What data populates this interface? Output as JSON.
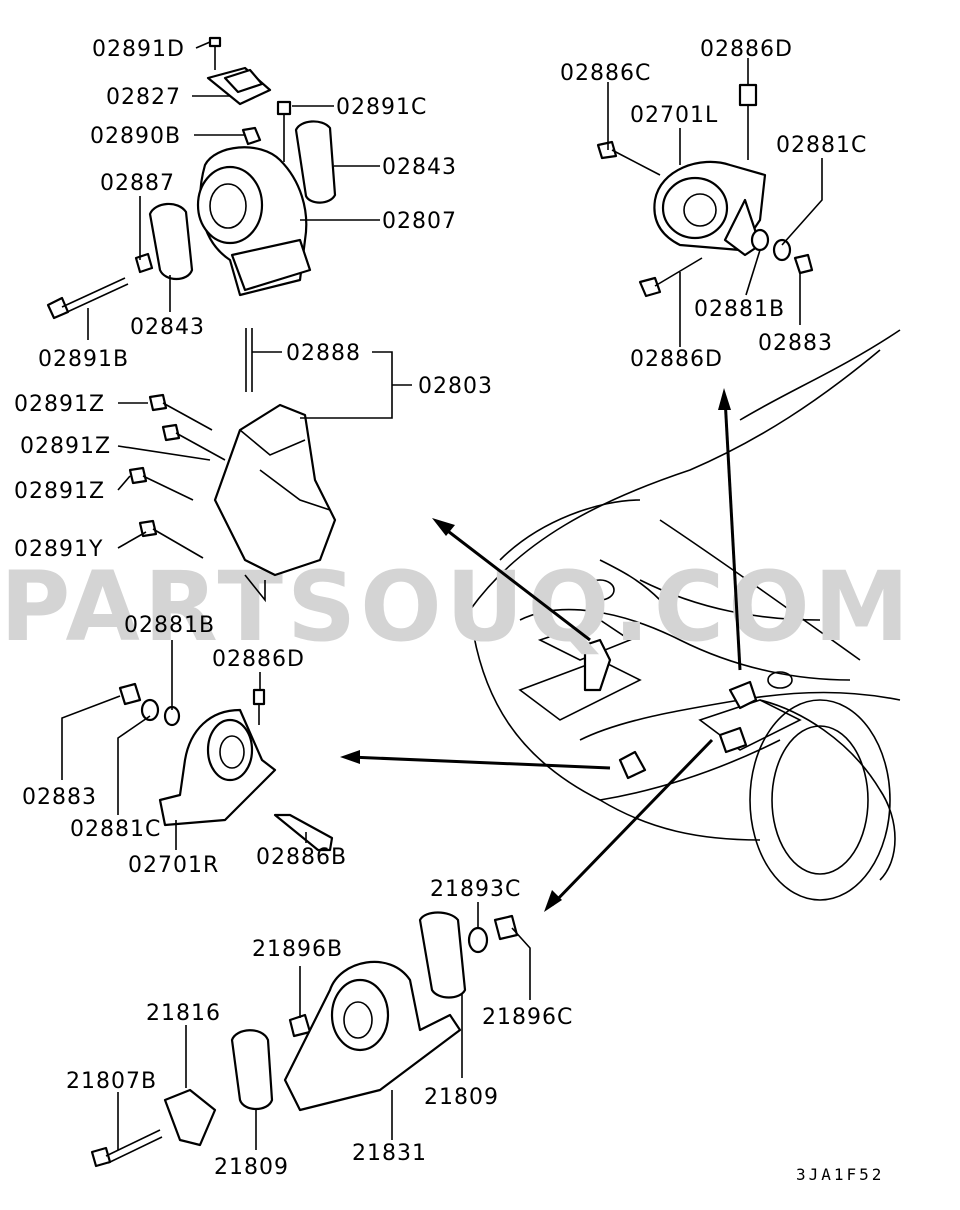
{
  "watermark": "PARTSOUQ.COM",
  "drawing_code": "3JA1F52",
  "labels": {
    "l_02891D": "02891D",
    "l_02827": "02827",
    "l_02891C": "02891C",
    "l_02890B": "02890B",
    "l_02843a": "02843",
    "l_02887": "02887",
    "l_02807": "02807",
    "l_02843b": "02843",
    "l_02891B": "02891B",
    "l_02888": "02888",
    "l_02803": "02803",
    "l_02891Z1": "02891Z",
    "l_02891Z2": "02891Z",
    "l_02891Z3": "02891Z",
    "l_02891Y": "02891Y",
    "l_02886C": "02886C",
    "l_02886D_top": "02886D",
    "l_02701L": "02701L",
    "l_02881C_top": "02881C",
    "l_02881B_top": "02881B",
    "l_02883_top": "02883",
    "l_02886D_mid": "02886D",
    "l_02881B_left": "02881B",
    "l_02886D_left": "02886D",
    "l_02883_left": "02883",
    "l_02881C_left": "02881C",
    "l_02701R": "02701R",
    "l_02886B": "02886B",
    "l_21893C": "21893C",
    "l_21896B": "21896B",
    "l_21896C": "21896C",
    "l_21816": "21816",
    "l_21807B": "21807B",
    "l_21809a": "21809",
    "l_21809b": "21809",
    "l_21831": "21831"
  }
}
